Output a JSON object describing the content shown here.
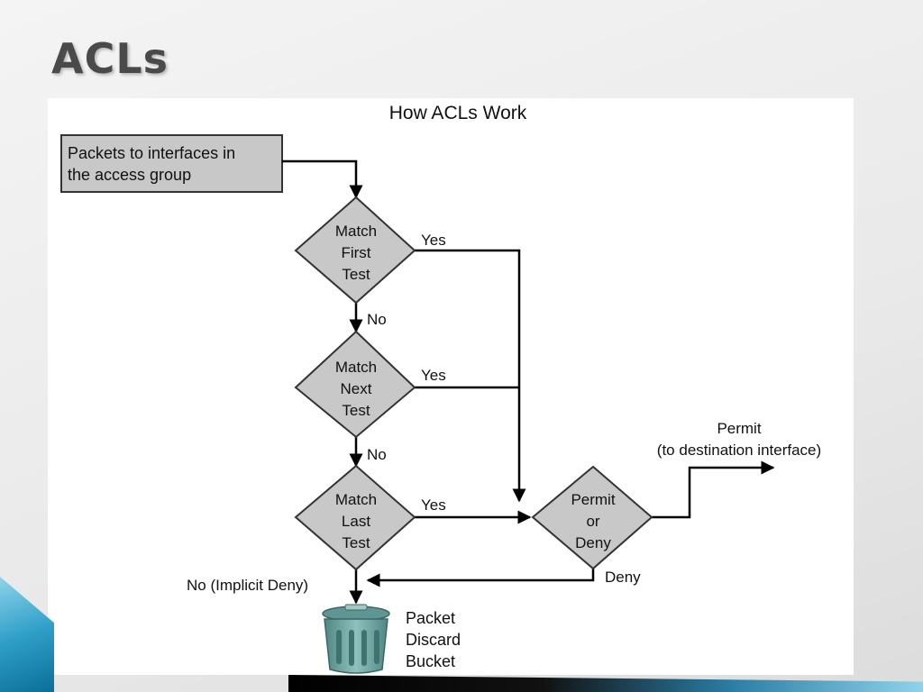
{
  "slide": {
    "title": "ACLs"
  },
  "diagram": {
    "title": "How ACLs Work",
    "start_box": {
      "line1": "Packets to interfaces in",
      "line2": "the access group"
    },
    "decisions": {
      "first": [
        "Match",
        "First",
        "Test"
      ],
      "next": [
        "Match",
        "Next",
        "Test"
      ],
      "last": [
        "Match",
        "Last",
        "Test"
      ],
      "permit_deny": [
        "Permit",
        "or",
        "Deny"
      ]
    },
    "edges": {
      "yes_first": "Yes",
      "yes_next": "Yes",
      "yes_last": "Yes",
      "no_first": "No",
      "no_next": "No",
      "no_last": "No (Implicit Deny)",
      "deny": "Deny",
      "permit_line1": "Permit",
      "permit_line2": "(to destination interface)"
    },
    "bucket": {
      "line1": "Packet",
      "line2": "Discard",
      "line3": "Bucket",
      "icon": "trash-bin-icon"
    },
    "colors": {
      "node_fill": "#c8c8c8",
      "stroke": "#000000",
      "bucket": "#6fa3a0"
    }
  }
}
